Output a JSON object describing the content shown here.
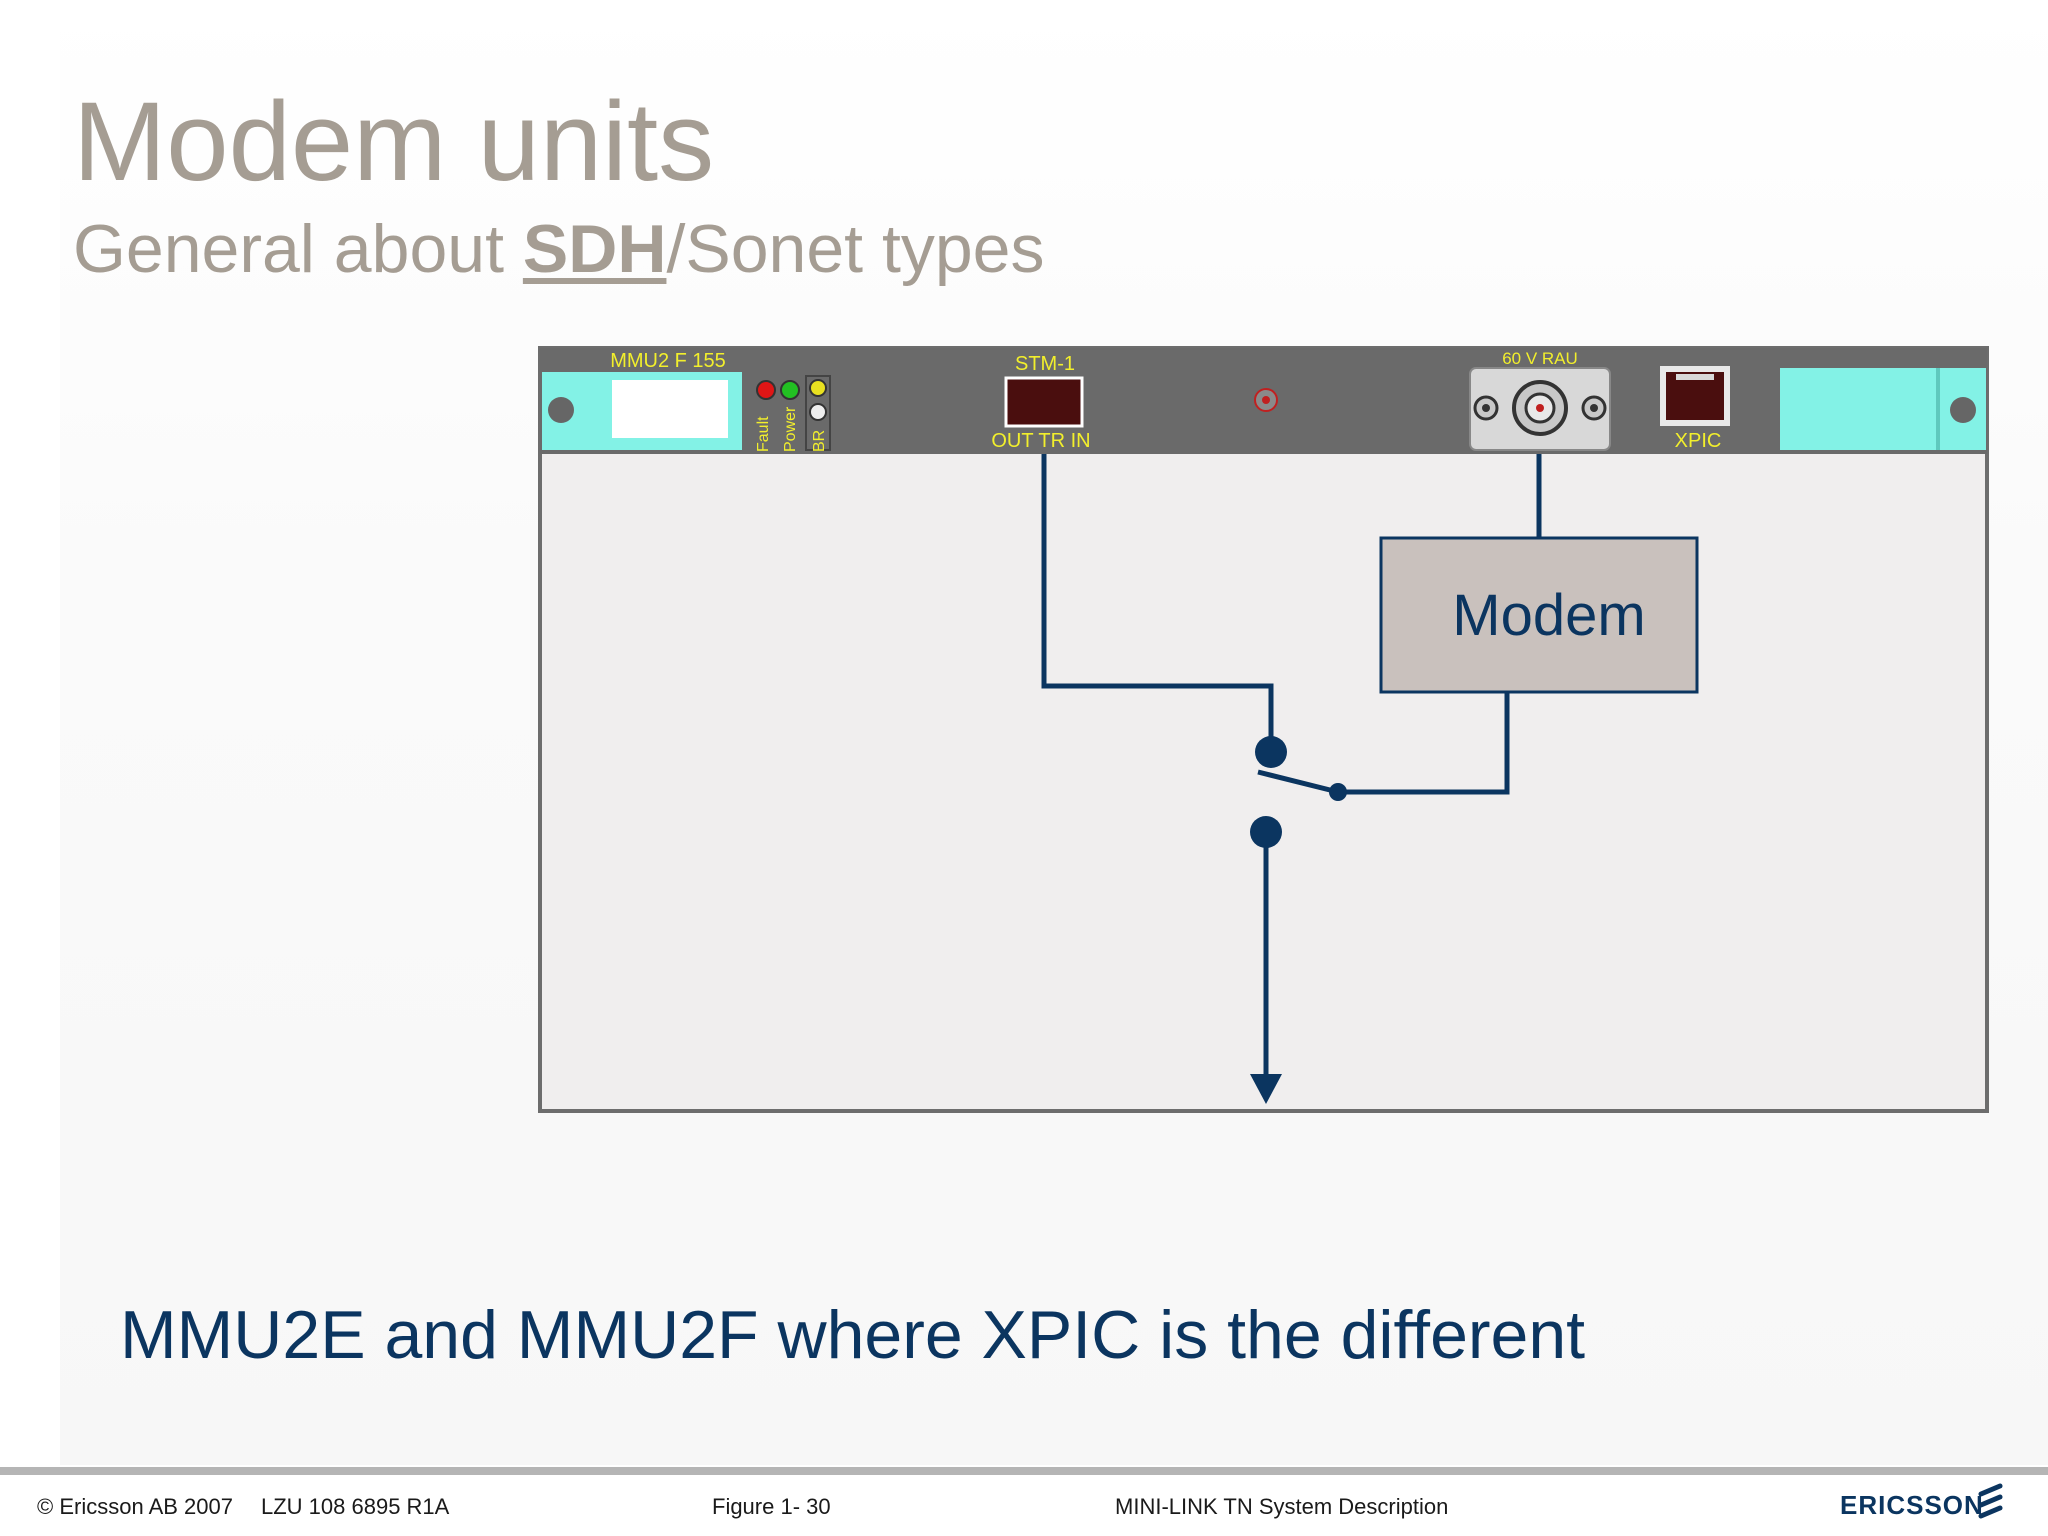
{
  "slide": {
    "title": "Modem units",
    "subtitle_pre": "General about ",
    "subtitle_kw": "SDH",
    "subtitle_post": "/Sonet types"
  },
  "panel": {
    "unit_name": "MMU2 F 155",
    "led_labels": [
      "Fault",
      "Power",
      "BR"
    ],
    "stm_label": "STM-1",
    "port_label": "OUT TR IN",
    "rau_label": "60 V RAU",
    "xpic_label": "XPIC"
  },
  "diagram": {
    "modem_label": "Modem"
  },
  "caption": "MMU2E and MMU2F where XPIC is the different",
  "footer": {
    "copyright": "© Ericsson AB 2007",
    "doc_id": "LZU 108 6895 R1A",
    "figure": "Figure 1-  30",
    "doc_title": "MINI-LINK TN System Description",
    "brand": "ERICSSON"
  },
  "colors": {
    "accent": "#0b3560",
    "title": "#a59d93",
    "panel_face": "#6a6a6a",
    "panel_text": "#f2ef2c",
    "handle": "#83f2e6"
  }
}
